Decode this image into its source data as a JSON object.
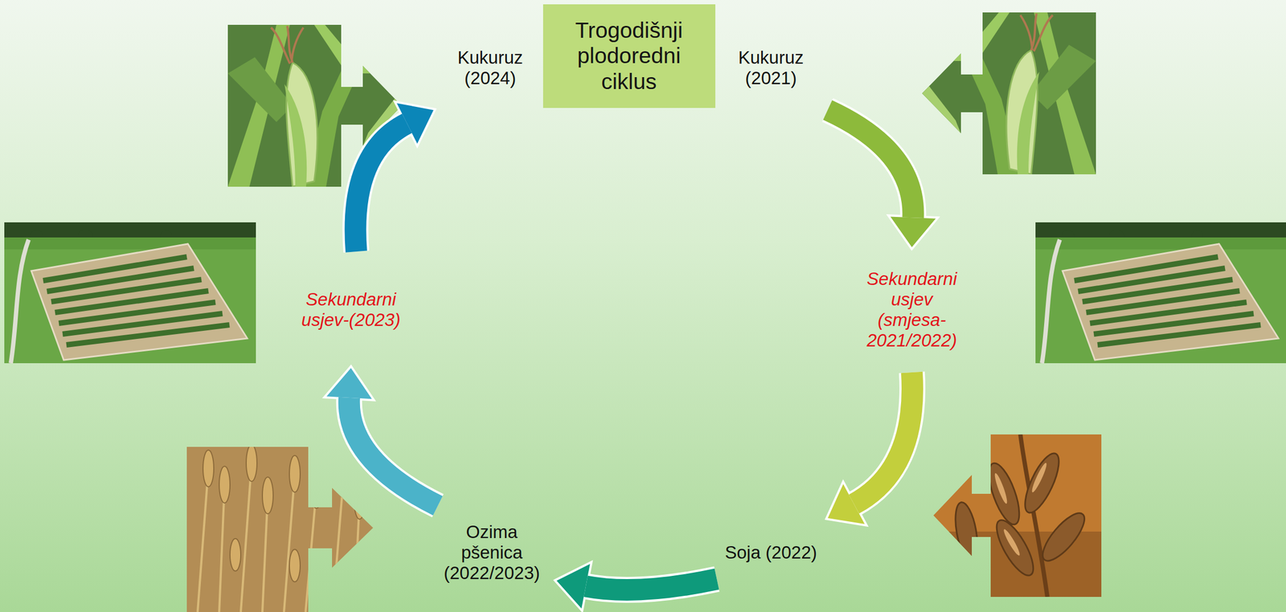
{
  "diagram": {
    "nodes": [
      {
        "text": [
          "Kukuruz (2024)"
        ]
      },
      {
        "text": [
          "Trogodišnji plodoredni ciklus"
        ]
      },
      {
        "text": [
          "Kukuruz (2021)"
        ]
      },
      {
        "text": [
          "Sekundarni usjev-(2023)"
        ]
      },
      {
        "text": [
          "Sekundarni usjev (smjesa-2021/2022)"
        ]
      },
      {
        "text": [
          "Ozima pšenica (2022/2023)"
        ]
      },
      {
        "text": [
          "Soja (2022)"
        ]
      }
    ],
    "edges": [
      {
        "from": 2,
        "to": 4,
        "arrow": "to"
      },
      {
        "from": 4,
        "to": 6,
        "arrow": "to"
      },
      {
        "from": 6,
        "to": 5,
        "arrow": "to"
      },
      {
        "from": 5,
        "to": 3,
        "arrow": "to"
      },
      {
        "from": 3,
        "to": 0,
        "arrow": "to"
      }
    ]
  }
}
